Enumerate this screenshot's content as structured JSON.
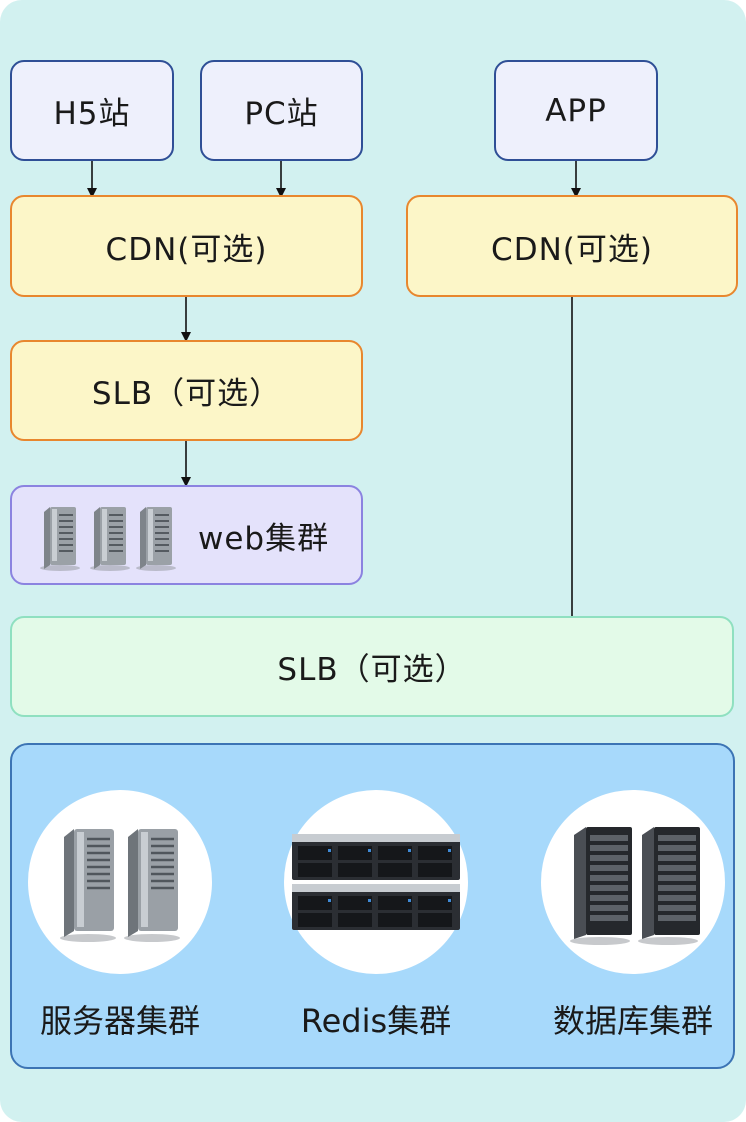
{
  "clients": {
    "h5": "H5站",
    "pc": "PC站",
    "app": "APP"
  },
  "cdn": {
    "left": "CDN(可选)",
    "right": "CDN(可选)"
  },
  "slb_left": "SLB（可选）",
  "web_cluster": "web集群",
  "slb_bottom": "SLB（可选）",
  "backend": {
    "server_cluster": "服务器集群",
    "redis_cluster": "Redis集群",
    "db_cluster": "数据库集群"
  },
  "colors": {
    "background": "#d2f1f0",
    "client_fill": "#eef0fc",
    "client_border": "#2f4f96",
    "cdn_fill": "#fcf6c8",
    "cdn_border": "#e8872e",
    "web_fill": "#e4e2fb",
    "web_border": "#8b83e0",
    "slb_bottom_fill": "#e3fae8",
    "slb_bottom_border": "#8fe0c0",
    "backend_fill": "#a7d9fb",
    "backend_border": "#3c74b4"
  }
}
